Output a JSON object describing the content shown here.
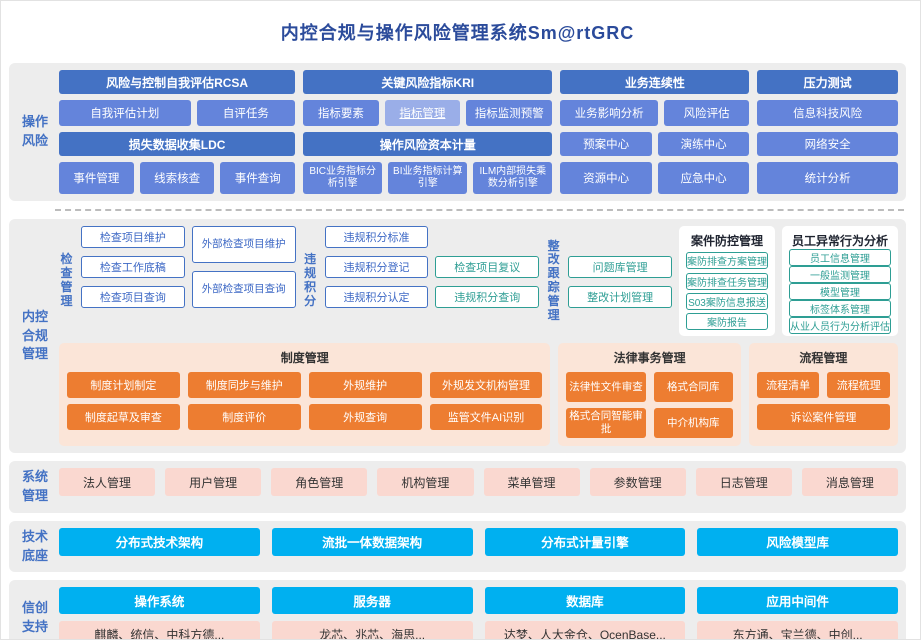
{
  "title": "内控合规与操作风险管理系统Sm@rtGRC",
  "colors": {
    "header_blue": "#4472C4",
    "item_blue": "#6484DB",
    "highlight_blue": "#9AAEE8",
    "teal": "#2E9E94",
    "orange": "#ED7D31",
    "orange_panel_bg": "#FBE5D8",
    "pink": "#FAD8D0",
    "cyan": "#00B0F0",
    "panel_gray": "#EDEDED",
    "title_blue": "#2B4B9B"
  },
  "op_risk": {
    "label": "操作风险",
    "highlighted_item": "指标管理",
    "rcsa": {
      "header": "风险与控制自我评估RCSA",
      "row1": [
        "自我评估计划",
        "自评任务"
      ],
      "header2": "损失数据收集LDC",
      "row2": [
        "事件管理",
        "线索核查",
        "事件查询"
      ]
    },
    "kri": {
      "header": "关键风险指标KRI",
      "row1": [
        "指标要素",
        "指标管理",
        "指标监测预警"
      ],
      "header2": "操作风险资本计量",
      "row2": [
        "BIC业务指标分析引擎",
        "BI业务指标计算引擎",
        "ILM内部损失乘数分析引擎"
      ]
    },
    "continuity": {
      "header": "业务连续性",
      "row1": [
        "业务影响分析",
        "风险评估"
      ],
      "row2": [
        "预案中心",
        "演练中心"
      ],
      "row3": [
        "资源中心",
        "应急中心"
      ]
    },
    "stress": {
      "header": "压力测试",
      "row1": "信息科技风险",
      "row2": "网络安全",
      "row3": "统计分析"
    }
  },
  "compliance": {
    "label": "内控合规管理",
    "check": {
      "label": "检查管理",
      "col1": [
        "检查项目维护",
        "检查工作底稿",
        "检查项目查询"
      ],
      "col2": [
        "外部检查项目维护",
        "外部检查项目查询"
      ]
    },
    "violation": {
      "label": "违规积分",
      "col": [
        "违规积分标准",
        "违规积分登记",
        "违规积分认定"
      ]
    },
    "review": [
      "检查项目复议",
      "违规积分查询"
    ],
    "rectify": {
      "label": "整改跟踪管理",
      "col": [
        "问题库管理",
        "整改计划管理"
      ]
    },
    "case_control": {
      "title": "案件防控管理",
      "items": [
        "案防排查方案管理",
        "案防排查任务管理",
        "S03案防信息报送",
        "案防报告"
      ]
    },
    "employee": {
      "title": "员工异常行为分析",
      "items": [
        "员工信息管理",
        "一般监测管理",
        "模型管理",
        "标签体系管理",
        "从业人员行为分析评估"
      ]
    },
    "policy": {
      "title": "制度管理",
      "row1": [
        "制度计划制定",
        "制度同步与维护",
        "外规维护",
        "外规发文机构管理"
      ],
      "row2": [
        "制度起草及审查",
        "制度评价",
        "外规查询",
        "监管文件AI识别"
      ]
    },
    "legal": {
      "title": "法律事务管理",
      "row1": [
        "法律性文件审查",
        "格式合同库"
      ],
      "row2": [
        "格式合同智能审批",
        "中介机构库"
      ]
    },
    "process": {
      "title": "流程管理",
      "row1": [
        "流程清单",
        "流程梳理"
      ],
      "row2": "诉讼案件管理"
    }
  },
  "sys_mgmt": {
    "label": "系统管理",
    "items": [
      "法人管理",
      "用户管理",
      "角色管理",
      "机构管理",
      "菜单管理",
      "参数管理",
      "日志管理",
      "消息管理"
    ]
  },
  "tech_base": {
    "label": "技术底座",
    "items": [
      "分布式技术架构",
      "流批一体数据架构",
      "分布式计量引擎",
      "风险模型库"
    ]
  },
  "xinchuang": {
    "label": "信创支持",
    "columns": [
      {
        "header": "操作系统",
        "item": "麒麟、统信、中科方德..."
      },
      {
        "header": "服务器",
        "item": "龙芯、兆芯、海思..."
      },
      {
        "header": "数据库",
        "item": "达梦、人大金仓、OcenBase..."
      },
      {
        "header": "应用中间件",
        "item": "东方通、宝兰德、中创..."
      }
    ]
  }
}
